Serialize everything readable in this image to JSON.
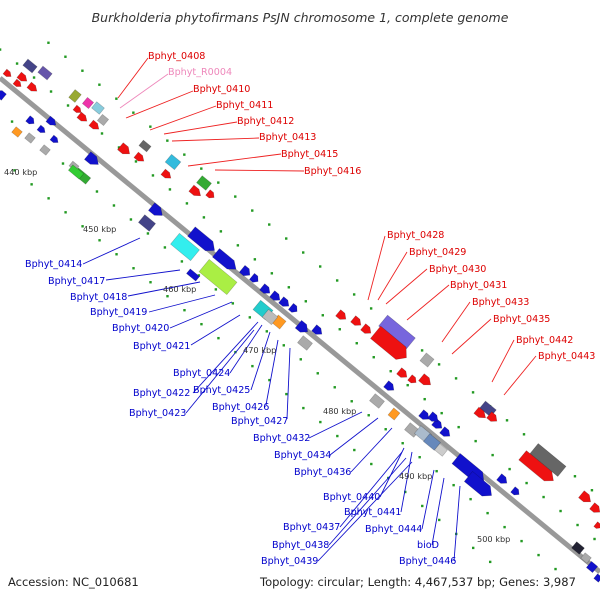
{
  "title": "Burkholderia phytofirmans PsJN chromosome 1, complete genome",
  "footer": {
    "accession": "Accession: NC_010681",
    "topology": "Topology: circular; Length: 4,467,537 bp; Genes: 3,987"
  },
  "ticks": [
    "440 kbp",
    "450 kbp",
    "460 kbp",
    "470 kbp",
    "480 kbp",
    "490 kbp",
    "500 kbp"
  ],
  "colors": {
    "forward": "#ee1111",
    "reverse": "#1111cc",
    "rna": "#ee88bb",
    "backbone": "#999999"
  },
  "upper_labels": [
    {
      "text": "Bphyt_0408",
      "kind": "cds"
    },
    {
      "text": "Bphyt_R0004",
      "kind": "rna"
    },
    {
      "text": "Bphyt_0410",
      "kind": "cds"
    },
    {
      "text": "Bphyt_0411",
      "kind": "cds"
    },
    {
      "text": "Bphyt_0412",
      "kind": "cds"
    },
    {
      "text": "Bphyt_0413",
      "kind": "cds"
    },
    {
      "text": "Bphyt_0415",
      "kind": "cds"
    },
    {
      "text": "Bphyt_0416",
      "kind": "cds"
    },
    {
      "text": "Bphyt_0428",
      "kind": "cds"
    },
    {
      "text": "Bphyt_0429",
      "kind": "cds"
    },
    {
      "text": "Bphyt_0430",
      "kind": "cds"
    },
    {
      "text": "Bphyt_0431",
      "kind": "cds"
    },
    {
      "text": "Bphyt_0433",
      "kind": "cds"
    },
    {
      "text": "Bphyt_0435",
      "kind": "cds"
    },
    {
      "text": "Bphyt_0442",
      "kind": "cds"
    },
    {
      "text": "Bphyt_0443",
      "kind": "cds"
    }
  ],
  "lower_labels": [
    {
      "text": "Bphyt_0414"
    },
    {
      "text": "Bphyt_0417"
    },
    {
      "text": "Bphyt_0418"
    },
    {
      "text": "Bphyt_0419"
    },
    {
      "text": "Bphyt_0420"
    },
    {
      "text": "Bphyt_0421"
    },
    {
      "text": "Bphyt_0424"
    },
    {
      "text": "Bphyt_0422"
    },
    {
      "text": "Bphyt_0425"
    },
    {
      "text": "Bphyt_0423"
    },
    {
      "text": "Bphyt_0426"
    },
    {
      "text": "Bphyt_0427"
    },
    {
      "text": "Bphyt_0432"
    },
    {
      "text": "Bphyt_0434"
    },
    {
      "text": "Bphyt_0436"
    },
    {
      "text": "Bphyt_0440"
    },
    {
      "text": "Bphyt_0441"
    },
    {
      "text": "Bphyt_0437"
    },
    {
      "text": "Bphyt_0444"
    },
    {
      "text": "Bphyt_0438"
    },
    {
      "text": "bioD"
    },
    {
      "text": "Bphyt_0439"
    },
    {
      "text": "Bphyt_0446"
    }
  ]
}
